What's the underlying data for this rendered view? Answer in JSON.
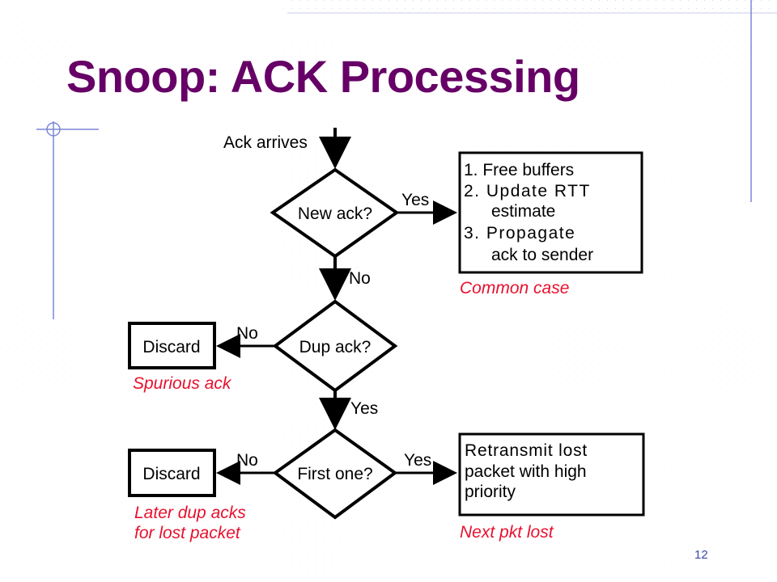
{
  "slide": {
    "title": "Snoop: ACK Processing",
    "page_number": "12"
  },
  "flow": {
    "start_label": "Ack arrives",
    "decision_new": "New ack?",
    "decision_dup": "Dup ack?",
    "decision_first": "First one?",
    "edge_yes": "Yes",
    "edge_no": "No",
    "common_steps": [
      "1. Free buffers",
      "2. Update RTT",
      "estimate",
      "3. Propagate",
      "ack to sender"
    ],
    "common_note": "Common case",
    "discard_label": "Discard",
    "spurious_note": "Spurious ack",
    "later_note_line1": "Later dup acks",
    "later_note_line2": "for lost packet",
    "retransmit_lines": [
      "Retransmit lost",
      "packet with high",
      "priority"
    ],
    "next_note": "Next pkt lost"
  },
  "colors": {
    "title": "#660066",
    "note": "#e8102e",
    "grid": "#c9cbe8",
    "accent": "#7b86d6"
  }
}
